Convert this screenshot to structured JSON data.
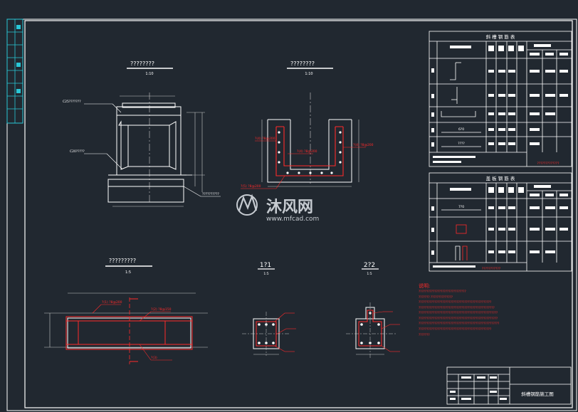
{
  "colors": {
    "background": "#212830",
    "line": "#ffffff",
    "red": "#ff2a2a",
    "cyan": "#29c7d6",
    "dim": "#c8c8c8",
    "watermark": "#d8dde3"
  },
  "views": {
    "view1": {
      "title": "????????",
      "scale": "1:10",
      "callout_top": "C25???????",
      "callout_mid": "C20?????",
      "callout_bot": "??????????"
    },
    "view2": {
      "title": "????????",
      "scale": "1:10",
      "callout_a": "?(4) ?8@200",
      "callout_b": "?(4) ?8@200",
      "callout_c": "?(4) ?8@200",
      "callout_d": "?(5) ?8@200"
    },
    "view3": {
      "title": "?????????",
      "scale": "1:5",
      "callout_a": "?(1) ?8@200",
      "callout_b": "?(2) ?8@150",
      "callout_c": "?(3)"
    },
    "section1": {
      "title": "1?1",
      "scale": "1:5"
    },
    "section2": {
      "title": "2?2",
      "scale": "1:5"
    }
  },
  "table1": {
    "title": "斜 槽 钢 筋 表",
    "dims": [
      "6?0",
      "????"
    ],
    "footnote": "?????????????"
  },
  "table2": {
    "title": "盖 板 钢 筋 表",
    "dims": [
      "7?0"
    ],
    "footnote": "???????????"
  },
  "notes": {
    "heading": "说明:",
    "lines": [
      "??????????????????????????????",
      "??????? ??????????????",
      "??????????????????????????????????????????????",
      "????????????????????????????????????????????????",
      "??????????????????????????????????????????????????",
      "??????????????????????????????????????????????????",
      "???????????????????????????????????????????????????",
      "??????????????????????????????????????????????",
      "???????"
    ]
  },
  "title_block": {
    "drawing_name": "斜槽钢筋施工图"
  },
  "watermark": {
    "brand": "沐风网",
    "url": "www.mfcad.com"
  }
}
